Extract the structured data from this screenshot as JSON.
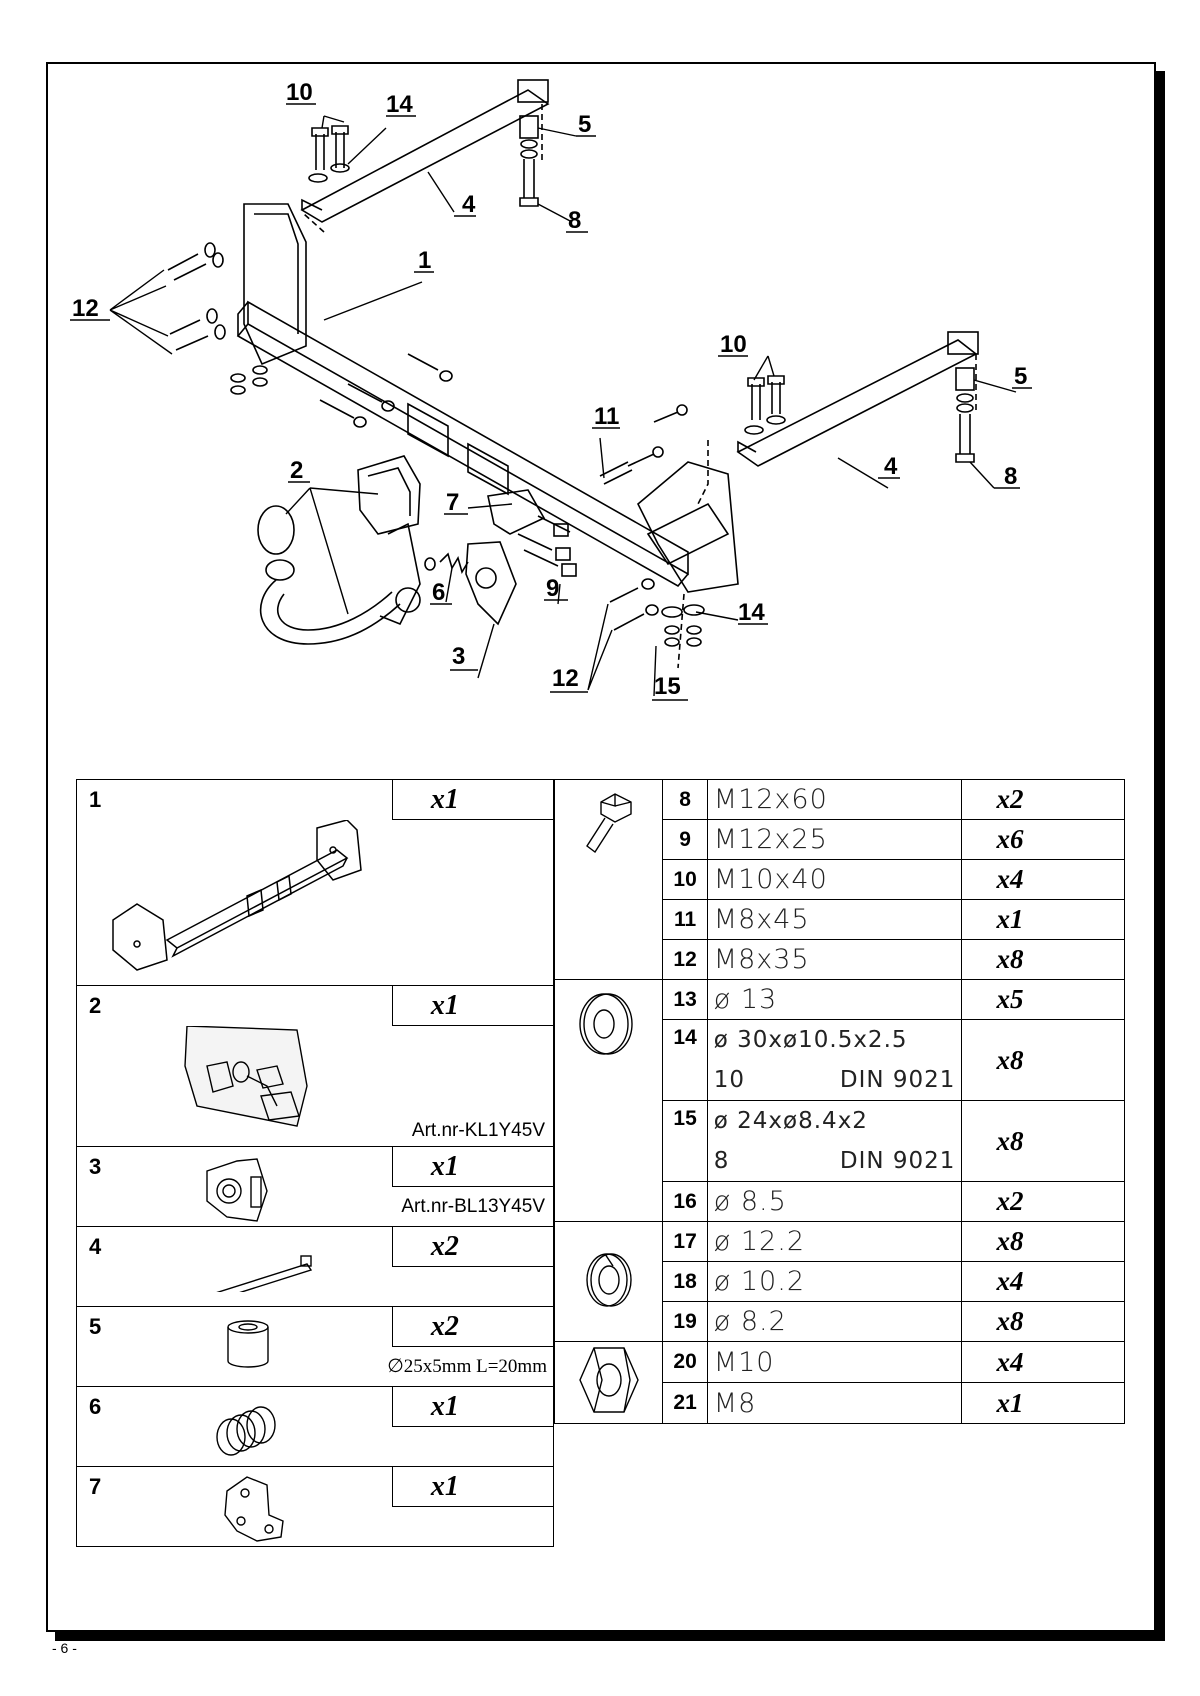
{
  "callouts": [
    "1",
    "2",
    "3",
    "4",
    "5",
    "6",
    "7",
    "8",
    "9",
    "10",
    "11",
    "12",
    "14",
    "15"
  ],
  "parts_left": [
    {
      "num": "1",
      "qty": "x1",
      "note": ""
    },
    {
      "num": "2",
      "qty": "x1",
      "note": "Art.nr-KL1Y45V"
    },
    {
      "num": "3",
      "qty": "x1",
      "note": "Art.nr-BL13Y45V"
    },
    {
      "num": "4",
      "qty": "x2",
      "note": ""
    },
    {
      "num": "5",
      "qty": "x2",
      "note": "∅25x5mm L=20mm"
    },
    {
      "num": "6",
      "qty": "x1",
      "note": ""
    },
    {
      "num": "7",
      "qty": "x1",
      "note": ""
    }
  ],
  "parts_right": [
    {
      "num": "8",
      "spec": "M12x60",
      "qty": "x2"
    },
    {
      "num": "9",
      "spec": "M12x25",
      "qty": "x6"
    },
    {
      "num": "10",
      "spec": "M10x40",
      "qty": "x4"
    },
    {
      "num": "11",
      "spec": "M8x45",
      "qty": "x1"
    },
    {
      "num": "12",
      "spec": "M8x35",
      "qty": "x8"
    },
    {
      "num": "13",
      "spec": "ø 13",
      "qty": "x5"
    },
    {
      "num": "14",
      "spec": "ø 30xø10.5x2.5",
      "spec2a": "10",
      "spec2b": "DIN 9021",
      "qty": "x8"
    },
    {
      "num": "15",
      "spec": "ø 24xø8.4x2",
      "spec2a": "8",
      "spec2b": "DIN 9021",
      "qty": "x8"
    },
    {
      "num": "16",
      "spec": "ø 8.5",
      "qty": "x2"
    },
    {
      "num": "17",
      "spec": "ø 12.2",
      "qty": "x8"
    },
    {
      "num": "18",
      "spec": "ø 10.2",
      "qty": "x4"
    },
    {
      "num": "19",
      "spec": "ø 8.2",
      "qty": "x8"
    },
    {
      "num": "20",
      "spec": "M10",
      "qty": "x4"
    },
    {
      "num": "21",
      "spec": "M8",
      "qty": "x1"
    }
  ],
  "page_number": "- 6 -"
}
